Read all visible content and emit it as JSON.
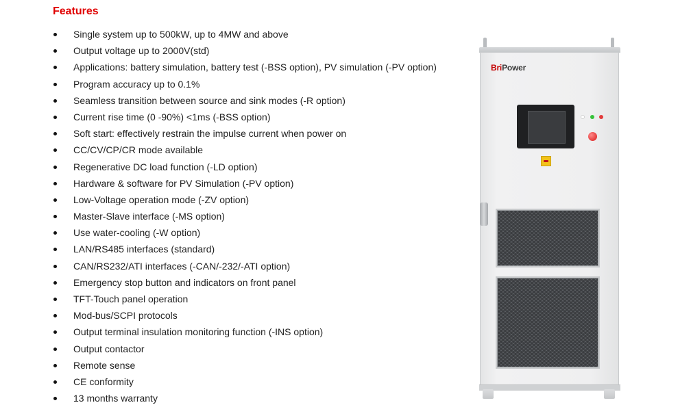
{
  "heading": "Features",
  "features": [
    "Single system up to 500kW, up to 4MW and above",
    "Output voltage up to 2000V(std)",
    "Applications: battery simulation, battery test (-BSS option), PV simulation (-PV option)",
    "Program accuracy up to 0.1%",
    "Seamless transition between source and sink modes (-R option)",
    "Current rise time (0 -90%) <1ms (-BSS option)",
    "Soft start: effectively restrain the impulse current when power on",
    "CC/CV/CP/CR mode available",
    "Regenerative DC load function (-LD option)",
    "Hardware & software for PV Simulation (-PV option)",
    "Low-Voltage operation mode (-ZV option)",
    "Master-Slave interface (-MS option)",
    "Use water-cooling (-W option)",
    "LAN/RS485 interfaces (standard)",
    "CAN/RS232/ATI interfaces (-CAN/-232/-ATI option)",
    "Emergency stop button and indicators on front panel",
    "TFT-Touch panel operation",
    "Mod-bus/SCPI protocols",
    "Output terminal insulation monitoring function (-INS option)",
    "Output contactor",
    "Remote sense",
    "CE conformity",
    "13 months warranty"
  ],
  "product_image": {
    "brand_prefix": "Bri",
    "brand_suffix": "Power",
    "lamp_colors": [
      "#ffffff",
      "#35c23a",
      "#e23a3a"
    ],
    "estop_color": "#e43a3a",
    "switch_color": "#f3c21a"
  },
  "colors": {
    "heading": "#e00000",
    "text": "#222222"
  }
}
